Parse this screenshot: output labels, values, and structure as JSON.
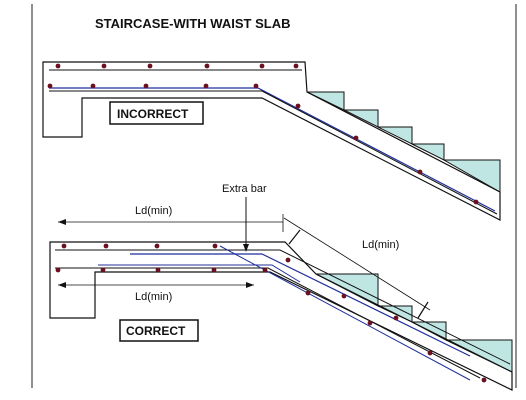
{
  "title": "STAIRCASE-WITH WAIST SLAB",
  "incorrect": {
    "label": "INCORRECT"
  },
  "correct": {
    "label": "CORRECT",
    "extra_bar_label": "Extra bar",
    "ld_top_label": "Ld(min)",
    "ld_bottom_label": "Ld(min)",
    "ld_inclined_label": "Ld(min)"
  },
  "colors": {
    "step_fill": "#bfe6e3",
    "rebar_blue": "#1f2f9a",
    "line": "#111111",
    "dot": "#6a1020"
  }
}
